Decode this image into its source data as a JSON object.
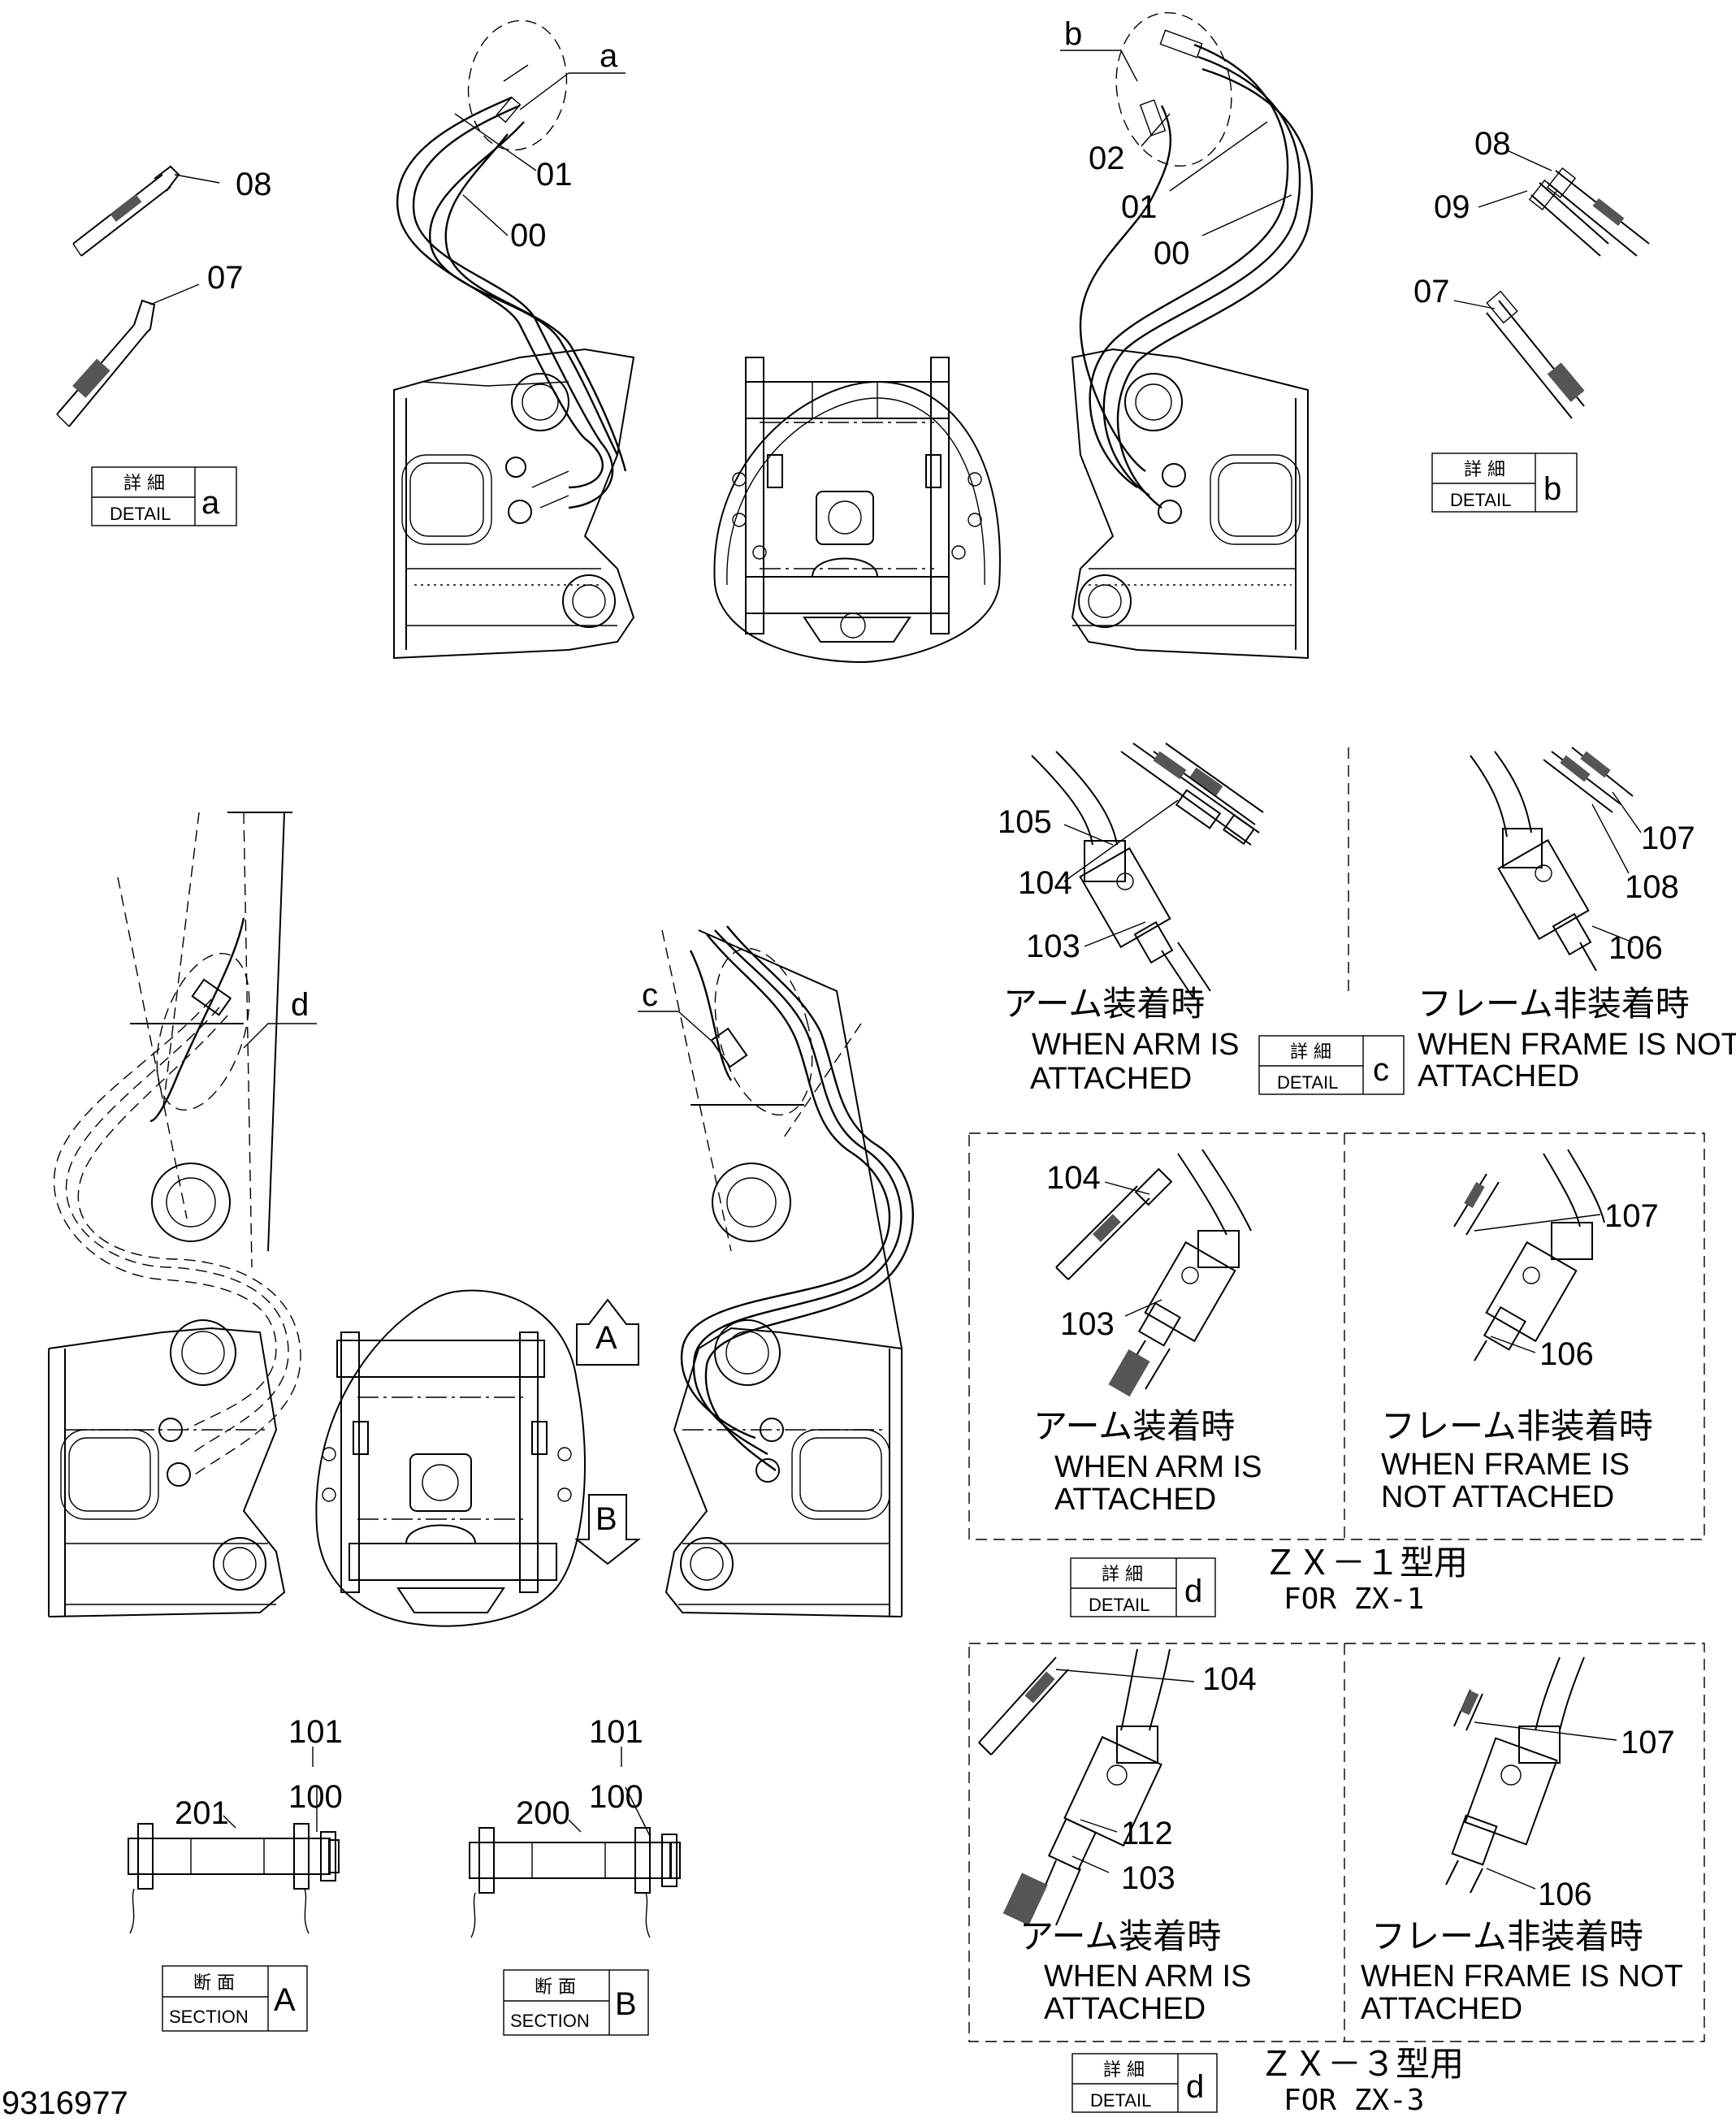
{
  "callouts": {
    "detail_a": {
      "letter": "a"
    },
    "detail_b": {
      "letter": "b"
    },
    "detail_c": {
      "letter": "c"
    },
    "detail_d": {
      "letter": "d"
    },
    "top_left": [
      "01",
      "00"
    ],
    "top_right": [
      "02",
      "01",
      "00"
    ],
    "detail_a_parts": [
      "08",
      "07"
    ],
    "detail_b_parts": [
      "08",
      "09",
      "07"
    ],
    "section_a_parts": [
      "101",
      "100",
      "201"
    ],
    "section_b_parts": [
      "101",
      "100",
      "200"
    ],
    "detail_c_left": [
      "105",
      "104",
      "103"
    ],
    "detail_c_right": [
      "107",
      "108",
      "106"
    ],
    "detail_d1_left": [
      "104",
      "103"
    ],
    "detail_d1_right": [
      "107",
      "106"
    ],
    "detail_d3_left": [
      "104",
      "112",
      "103"
    ],
    "detail_d3_right": [
      "107",
      "106"
    ]
  },
  "tags": {
    "detail_jp": "詳 細",
    "detail_en": "DETAIL",
    "section_jp": "断 面",
    "section_en": "SECTION",
    "detail_a_letter": "a",
    "detail_b_letter": "b",
    "detail_c_letter": "c",
    "detail_d1_letter": "d",
    "detail_d3_letter": "d",
    "section_a_letter": "A",
    "section_b_letter": "B"
  },
  "arrows": {
    "a": "A",
    "b": "B"
  },
  "captions": {
    "arm_jp": "アーム装着時",
    "arm_en_1": "WHEN ARM IS",
    "arm_en_2": "ATTACHED",
    "frame_jp": "フレーム非装着時",
    "frame_en_c_1": "WHEN FRAME IS NOT",
    "frame_en_c_2": "ATTACHED",
    "frame_en_d1_1": "WHEN FRAME IS",
    "frame_en_d1_2": "NOT ATTACHED",
    "frame_en_d3_1": "WHEN FRAME IS NOT",
    "frame_en_d3_2": "ATTACHED",
    "zx1_jp": "ＺＸ－１型用",
    "zx1_en": "FOR ZX-1",
    "zx3_jp": "ＺＸ－３型用",
    "zx3_en": "FOR ZX-3"
  },
  "drawing_number": "9316977"
}
